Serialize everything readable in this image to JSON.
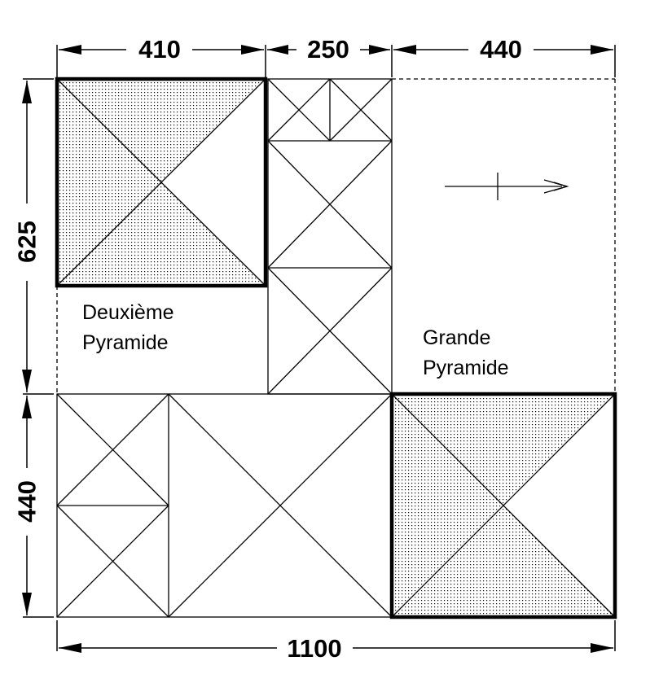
{
  "dimensions": {
    "top_left": "410",
    "top_middle": "250",
    "top_right": "440",
    "left_upper": "625",
    "left_lower": "440",
    "bottom_total": "1100"
  },
  "labels": {
    "second_pyramid_line1": "Deuxième",
    "second_pyramid_line2": "Pyramide",
    "great_pyramid_line1": "Grande",
    "great_pyramid_line2": "Pyramide"
  }
}
